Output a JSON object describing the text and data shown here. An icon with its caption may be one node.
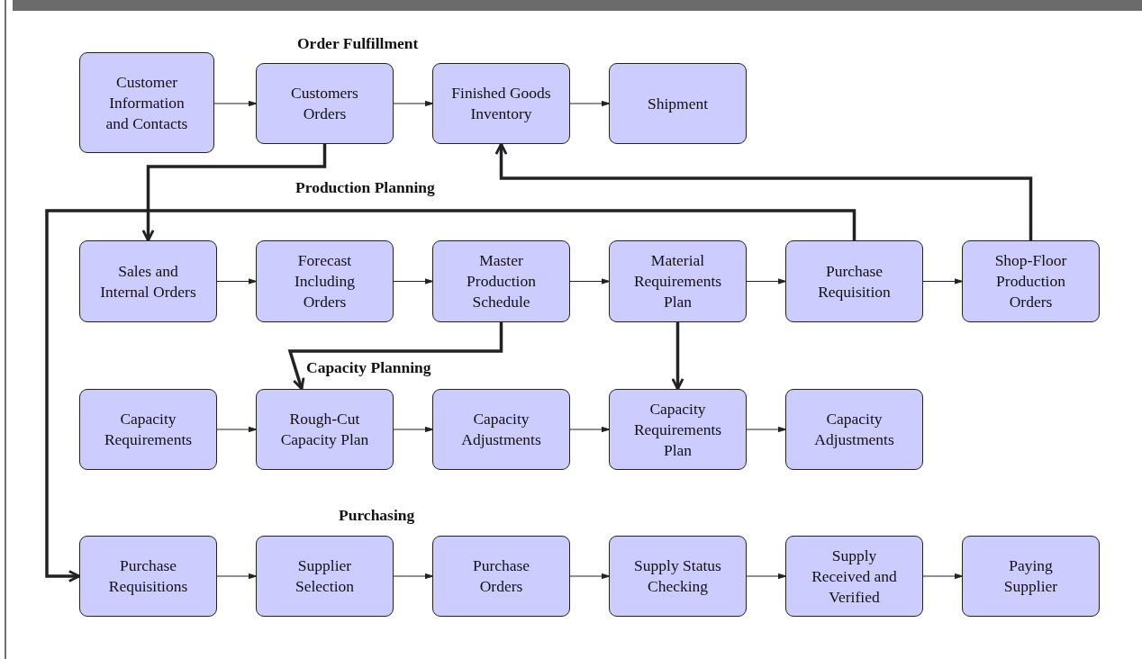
{
  "diagram": {
    "nodes": [
      {
        "text": [
          "Customer Information and Contacts"
        ]
      },
      {
        "text": [
          "Customers Orders"
        ]
      },
      {
        "text": [
          "Finished Goods Inventory"
        ]
      },
      {
        "text": [
          "Shipment"
        ]
      },
      {
        "text": [
          "Sales and Internal Orders"
        ]
      },
      {
        "text": [
          "Forecast Including Orders"
        ]
      },
      {
        "text": [
          "Master Production Schedule"
        ]
      },
      {
        "text": [
          "Material Requirements Plan"
        ]
      },
      {
        "text": [
          "Purchase Requisition"
        ]
      },
      {
        "text": [
          "Shop-Floor Production Orders"
        ]
      },
      {
        "text": [
          "Capacity Requirements"
        ]
      },
      {
        "text": [
          "Rough-Cut Capacity Plan"
        ]
      },
      {
        "text": [
          "Capacity Adjustments"
        ]
      },
      {
        "text": [
          "Capacity Requirements Plan"
        ]
      },
      {
        "text": [
          "Capacity Adjustments"
        ]
      },
      {
        "text": [
          "Purchase Requisitions"
        ]
      },
      {
        "text": [
          "Supplier Selection"
        ]
      },
      {
        "text": [
          "Purchase Orders"
        ]
      },
      {
        "text": [
          "Supply Status Checking"
        ]
      },
      {
        "text": [
          "Supply Received and Verified"
        ]
      },
      {
        "text": [
          "Paying Supplier"
        ]
      }
    ],
    "edges": [
      {
        "from": 0,
        "to": 1,
        "arrow": "to"
      },
      {
        "from": 1,
        "to": 2,
        "arrow": "to"
      },
      {
        "from": 2,
        "to": 3,
        "arrow": "to"
      },
      {
        "from": 1,
        "to": 4,
        "arrow": "to",
        "style": "thick"
      },
      {
        "from": 9,
        "to": 2,
        "arrow": "to",
        "style": "thick"
      },
      {
        "from": 8,
        "to": 15,
        "arrow": "to",
        "style": "thick"
      },
      {
        "from": 4,
        "to": 5,
        "arrow": "to"
      },
      {
        "from": 5,
        "to": 6,
        "arrow": "to"
      },
      {
        "from": 6,
        "to": 7,
        "arrow": "to"
      },
      {
        "from": 7,
        "to": 8,
        "arrow": "to"
      },
      {
        "from": 8,
        "to": 9,
        "arrow": "to"
      },
      {
        "from": 6,
        "to": 11,
        "arrow": "to",
        "style": "thick"
      },
      {
        "from": 7,
        "to": 13,
        "arrow": "to",
        "style": "thick"
      },
      {
        "from": 10,
        "to": 11,
        "arrow": "to"
      },
      {
        "from": 11,
        "to": 12,
        "arrow": "to"
      },
      {
        "from": 12,
        "to": 13,
        "arrow": "to"
      },
      {
        "from": 13,
        "to": 14,
        "arrow": "to"
      },
      {
        "from": 15,
        "to": 16,
        "arrow": "to"
      },
      {
        "from": 16,
        "to": 17,
        "arrow": "to"
      },
      {
        "from": 17,
        "to": 18,
        "arrow": "to"
      },
      {
        "from": 18,
        "to": 19,
        "arrow": "to"
      },
      {
        "from": 19,
        "to": 20,
        "arrow": "to"
      }
    ],
    "labels": [
      "Order Fulfillment",
      "Production Planning",
      "Capacity Planning",
      "Purchasing"
    ]
  }
}
